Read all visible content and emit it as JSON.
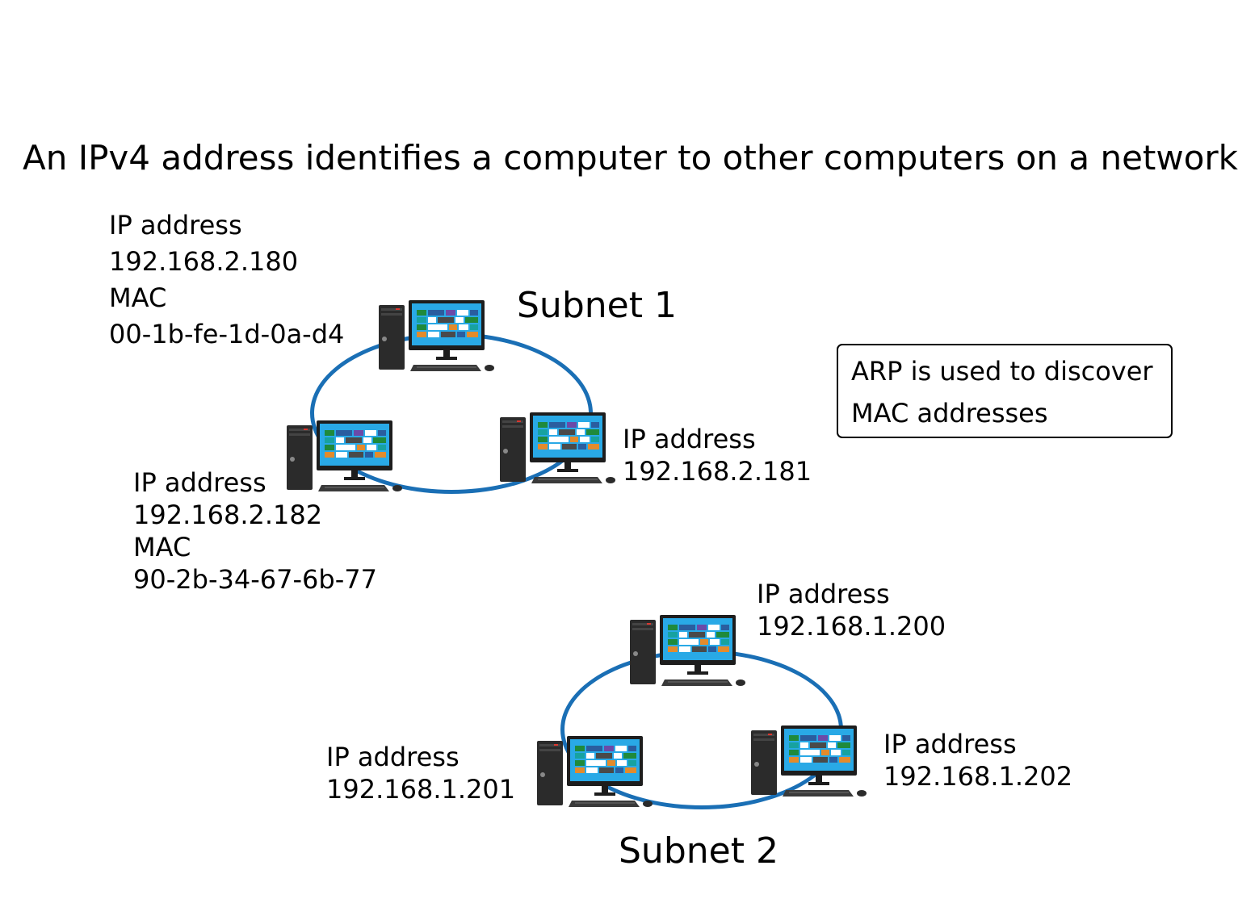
{
  "title": "An IPv4 address identifies a computer to other computers on a network",
  "subnet1": {
    "label": "Subnet 1",
    "computers": [
      {
        "ip_label": "IP address",
        "ip": "192.168.2.180",
        "mac_label": "MAC",
        "mac": "00-1b-fe-1d-0a-d4"
      },
      {
        "ip_label": "IP address",
        "ip": "192.168.2.181"
      },
      {
        "ip_label": "IP address",
        "ip": "192.168.2.182",
        "mac_label": "MAC",
        "mac": "90-2b-34-67-6b-77"
      }
    ]
  },
  "subnet2": {
    "label": "Subnet 2",
    "computers": [
      {
        "ip_label": "IP address",
        "ip": "192.168.1.200"
      },
      {
        "ip_label": "IP address",
        "ip": "192.168.1.201"
      },
      {
        "ip_label": "IP address",
        "ip": "192.168.1.202"
      }
    ]
  },
  "note": {
    "line1": "ARP is used to discover",
    "line2": "MAC addresses"
  },
  "colors": {
    "ring": "#1a6fb5",
    "monitor_screen": "#29a9e6",
    "tower": "#2b2b2b"
  }
}
